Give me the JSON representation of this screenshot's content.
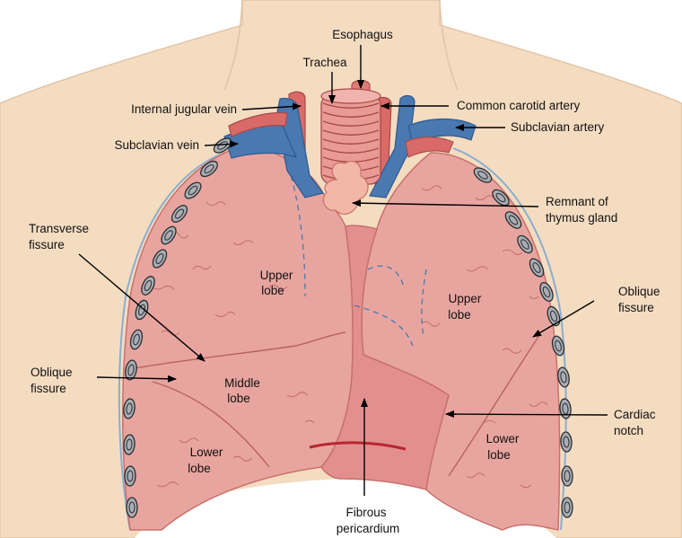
{
  "labels": {
    "esophagus": "Esophagus",
    "trachea": "Trachea",
    "internal_jugular_vein": "Internal jugular vein",
    "common_carotid_artery": "Common carotid artery",
    "subclavian_vein": "Subclavian vein",
    "subclavian_artery": "Subclavian artery",
    "remnant_thymus_line1": "Remnant of",
    "remnant_thymus_line2": "thymus gland",
    "transverse_fissure_line1": "Transverse",
    "transverse_fissure_line2": "fissure",
    "oblique_fissure_left_line1": "Oblique",
    "oblique_fissure_left_line2": "fissure",
    "oblique_fissure_right_line1": "Oblique",
    "oblique_fissure_right_line2": "fissure",
    "upper_lobe_right_line1": "Upper",
    "upper_lobe_right_line2": "lobe",
    "middle_lobe_line1": "Middle",
    "middle_lobe_line2": "lobe",
    "lower_lobe_right_line1": "Lower",
    "lower_lobe_right_line2": "lobe",
    "upper_lobe_left_line1": "Upper",
    "upper_lobe_left_line2": "lobe",
    "lower_lobe_left_line1": "Lower",
    "lower_lobe_left_line2": "lobe",
    "cardiac_notch_line1": "Cardiac",
    "cardiac_notch_line2": "notch",
    "fibrous_pericardium_line1": "Fibrous",
    "fibrous_pericardium_line2": "pericardium"
  },
  "colors": {
    "skin": "#f4dcc1",
    "skin_outline": "#e2c5a7",
    "lung": "#e8a5a0",
    "lung_outline": "#c8716c",
    "lung_vessels": "#c06a65",
    "pericardium": "#e48f8f",
    "diaphragm_line": "#b8262d",
    "vein_blue": "#4a78b0",
    "artery_red": "#d96a68",
    "trachea": "#e99a95",
    "thymus": "#f2b7a6",
    "rib": "#a9aeb6",
    "pleura_line": "#8aaed0"
  },
  "icons": {
    "left_ribs": "rib-cross-section-icon",
    "right_ribs": "rib-cross-section-icon",
    "arrow": "arrow-pointer-icon"
  }
}
